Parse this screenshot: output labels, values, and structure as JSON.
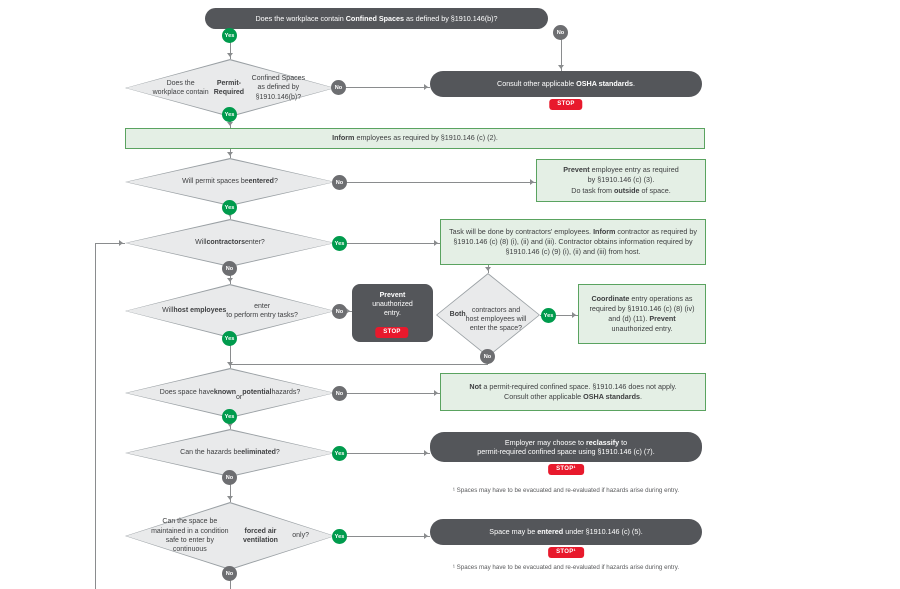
{
  "colors": {
    "paper": "#ffffff",
    "dark": "#54565a",
    "diamond_fill": "#e9eaeb",
    "diamond_border": "#9aa0a4",
    "green_fill": "#e4efe5",
    "green_border": "#5aa360",
    "yes": "#009b4d",
    "no": "#6d6e71",
    "stop": "#e8192c",
    "line": "#8a8c8e",
    "ink": "#3f4042"
  },
  "badges": {
    "yes": "Yes",
    "no": "No",
    "stop": "STOP",
    "stop_footnoted": "STOP¹"
  },
  "nodes": {
    "top_pill": "Does the workplace contain <b>Confined Spaces</b> as defined by §1910.146(b)?",
    "d_permit": "Does the workplace contain<br><b>Permit-Required</b> Confined Spaces<br>as defined by §1910.146(b)?",
    "box_consult": "Consult other applicable <b>OSHA standards</b>.",
    "banner": "<b>Inform</b> employees as required by §1910.146 (c) (2).",
    "d_entered": "Will permit spaces be <b>entered</b>?",
    "box_prevent_entry": "<b>Prevent</b> employee entry as required<br>by §1910.146 (c) (3).<br>Do task from <b>outside</b> of space.",
    "d_contractors": "Will <b>contractors</b> enter?",
    "box_contractor_info": "Task will be done by contractors' employees. <b>Inform</b> contractor as required by §1910.146 (c) (8) (i), (ii) and (iii). Contractor obtains information required by §1910.146 (c) (9) (i), (ii) and (iii) from host.",
    "d_host": "Will <b>host employees</b> enter<br>to perform entry tasks?",
    "box_prevent_unauth": "<b>Prevent</b><br>unauthorized<br>entry.",
    "d_both": "<b>Both</b><br>contractors and<br>host employees will<br>enter the space?",
    "box_coordinate": "<b>Coordinate</b> entry operations as required by §1910.146 (c) (8) (iv) and (d) (11). <b>Prevent</b> unauthorized entry.",
    "d_hazards": "Does space have <b>known</b><br>or <b>potential</b> hazards?",
    "box_not_permit": "<b>Not</b> a permit-required confined space. §1910.146 does not apply.<br>Consult other applicable <b>OSHA standards</b>.",
    "d_eliminated": "Can the hazards be<br><b>eliminated</b>?",
    "box_reclassify": "Employer may choose to <b>reclassify</b> to<br>permit-required confined space using §1910.146 (c) (7).",
    "d_ventilation": "Can the space be<br>maintained in a condition<br>safe to enter by continuous<br><b>forced air ventilation</b> only?",
    "box_entered": "Space may be <b>entered</b> under §1910.146 (c) (5)."
  },
  "footnote": "¹ Spaces may have to be evacuated and re-evaluated if hazards arise during entry."
}
